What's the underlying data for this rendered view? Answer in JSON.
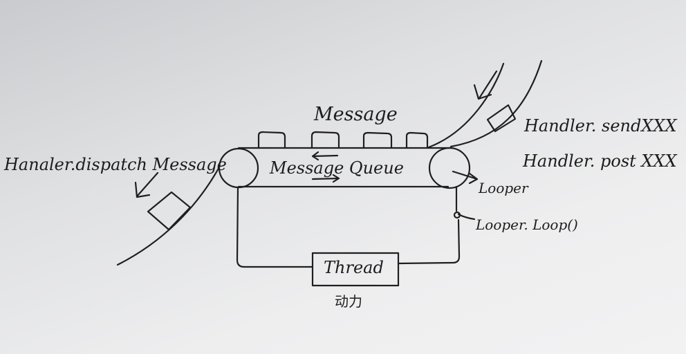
{
  "labels": {
    "message": "Message",
    "message_queue": "Message Queue",
    "looper": "Looper",
    "looper_loop": "Looper. Loop()",
    "handler_send": "Handler. sendXXX",
    "handler_post": "Handler. post XXX",
    "handler_dispatch": "Hanaler.dispatch Message",
    "thread": "Thread",
    "power": "动力"
  },
  "colors": {
    "ink": "#1f1f1f",
    "paper": "#eeeeef"
  }
}
